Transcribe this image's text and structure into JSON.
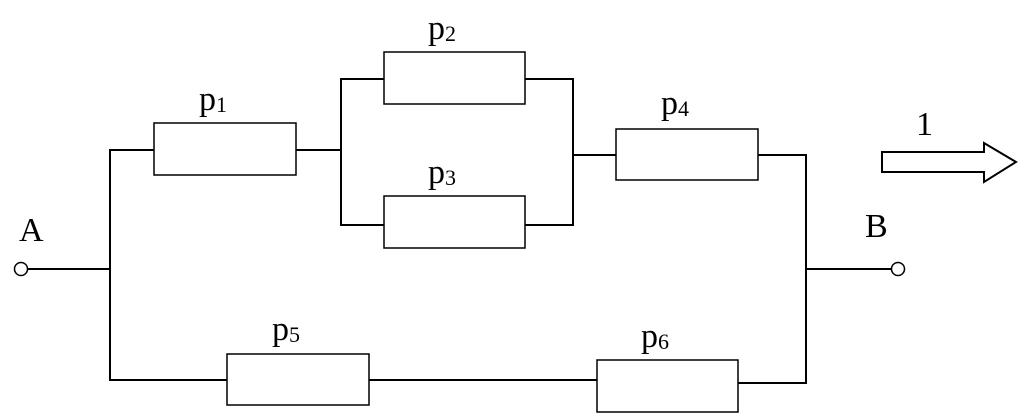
{
  "nodes": {
    "a": "A",
    "b": "B"
  },
  "elements": [
    {
      "base": "p",
      "sub": "1"
    },
    {
      "base": "p",
      "sub": "2"
    },
    {
      "base": "p",
      "sub": "3"
    },
    {
      "base": "p",
      "sub": "4"
    },
    {
      "base": "p",
      "sub": "5"
    },
    {
      "base": "p",
      "sub": "6"
    }
  ],
  "arrow_label": "1"
}
